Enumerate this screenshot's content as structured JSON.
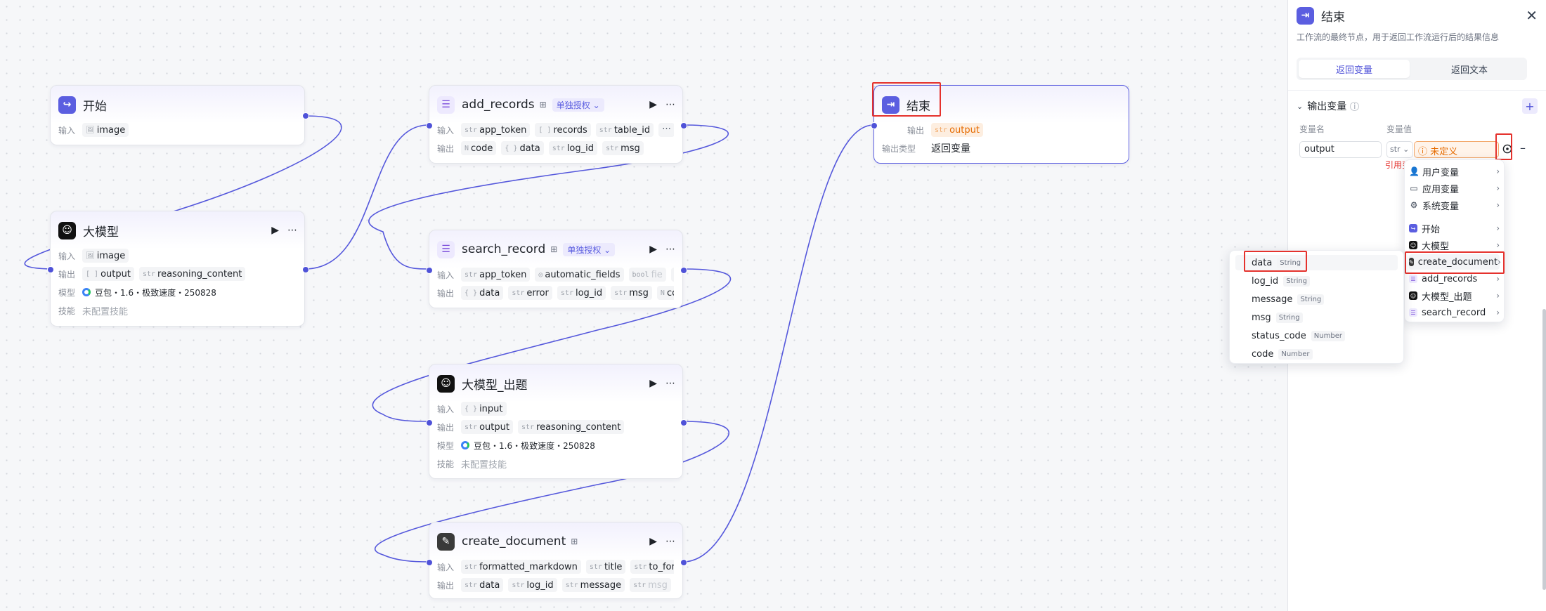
{
  "labels": {
    "input": "输入",
    "output": "输出",
    "model": "模型",
    "skill": "技能",
    "output_type": "输出类型"
  },
  "nodes": {
    "start": {
      "title": "开始",
      "inputs": [
        {
          "type": "🖼",
          "name": "image"
        }
      ]
    },
    "llm": {
      "title": "大模型",
      "inputs": [
        {
          "type": "🖼",
          "name": "image"
        }
      ],
      "outputs": [
        {
          "type": "[ ]",
          "name": "output"
        },
        {
          "type": "str",
          "name": "reasoning_content"
        }
      ],
      "model": "豆包・1.6・极致速度・250828",
      "skill": "未配置技能"
    },
    "add_records": {
      "title": "add_records",
      "auth": "单独授权",
      "inputs": [
        {
          "type": "str",
          "name": "app_token"
        },
        {
          "type": "[ ]",
          "name": "records"
        },
        {
          "type": "str",
          "name": "table_id"
        }
      ],
      "outputs": [
        {
          "type": "N",
          "name": "code"
        },
        {
          "type": "{ }",
          "name": "data"
        },
        {
          "type": "str",
          "name": "log_id"
        },
        {
          "type": "str",
          "name": "msg"
        }
      ]
    },
    "search_record": {
      "title": "search_record",
      "auth": "单独授权",
      "inputs": [
        {
          "type": "str",
          "name": "app_token"
        },
        {
          "type": "◎",
          "name": "automatic_fields"
        },
        {
          "type": "bool",
          "name": "fie"
        }
      ],
      "outputs": [
        {
          "type": "{ }",
          "name": "data"
        },
        {
          "type": "str",
          "name": "error"
        },
        {
          "type": "str",
          "name": "log_id"
        },
        {
          "type": "str",
          "name": "msg"
        },
        {
          "type": "N",
          "name": "code"
        }
      ]
    },
    "llm_quiz": {
      "title": "大模型_出题",
      "inputs": [
        {
          "type": "{ }",
          "name": "input"
        }
      ],
      "outputs": [
        {
          "type": "str",
          "name": "output"
        },
        {
          "type": "str",
          "name": "reasoning_content"
        }
      ],
      "model": "豆包・1.6・极致速度・250828",
      "skill": "未配置技能"
    },
    "create_document": {
      "title": "create_document",
      "inputs": [
        {
          "type": "str",
          "name": "formatted_markdown"
        },
        {
          "type": "str",
          "name": "title"
        },
        {
          "type": "str",
          "name": "to_format"
        }
      ],
      "outputs": [
        {
          "type": "str",
          "name": "data"
        },
        {
          "type": "str",
          "name": "log_id"
        },
        {
          "type": "str",
          "name": "message"
        },
        {
          "type": "str",
          "name": "msg"
        }
      ]
    },
    "end": {
      "title": "结束",
      "outputs": [
        {
          "type": "str",
          "name": "output"
        }
      ],
      "output_type": "返回变量"
    }
  },
  "panel": {
    "title": "结束",
    "description": "工作流的最终节点，用于返回工作流运行后的结果信息",
    "tabs": [
      "返回变量",
      "返回文本"
    ],
    "section_title": "输出变量",
    "col_name": "变量名",
    "col_value": "变量值",
    "var_name": "output",
    "var_type": "str",
    "var_value": "未定义",
    "warning": "引用变"
  },
  "menu": {
    "items": [
      {
        "icon": "user-icon",
        "label": "用户变量"
      },
      {
        "icon": "folder-icon",
        "label": "应用变量"
      },
      {
        "icon": "gear-icon",
        "label": "系统变量"
      },
      {
        "icon": "start-node-icon",
        "label": "开始"
      },
      {
        "icon": "llm-node-icon",
        "label": "大模型"
      },
      {
        "icon": "doc-node-icon",
        "label": "create_document"
      },
      {
        "icon": "table-node-icon",
        "label": "add_records"
      },
      {
        "icon": "llm-node-icon",
        "label": "大模型_出题"
      },
      {
        "icon": "table-node-icon",
        "label": "search_record"
      }
    ]
  },
  "submenu": {
    "items": [
      {
        "label": "data",
        "type": "String"
      },
      {
        "label": "log_id",
        "type": "String"
      },
      {
        "label": "message",
        "type": "String"
      },
      {
        "label": "msg",
        "type": "String"
      },
      {
        "label": "status_code",
        "type": "Number"
      },
      {
        "label": "code",
        "type": "Number"
      }
    ]
  },
  "colors": {
    "accent": "#4f52d8",
    "highlight_box": "#e5322d",
    "warning": "#e66b00"
  }
}
